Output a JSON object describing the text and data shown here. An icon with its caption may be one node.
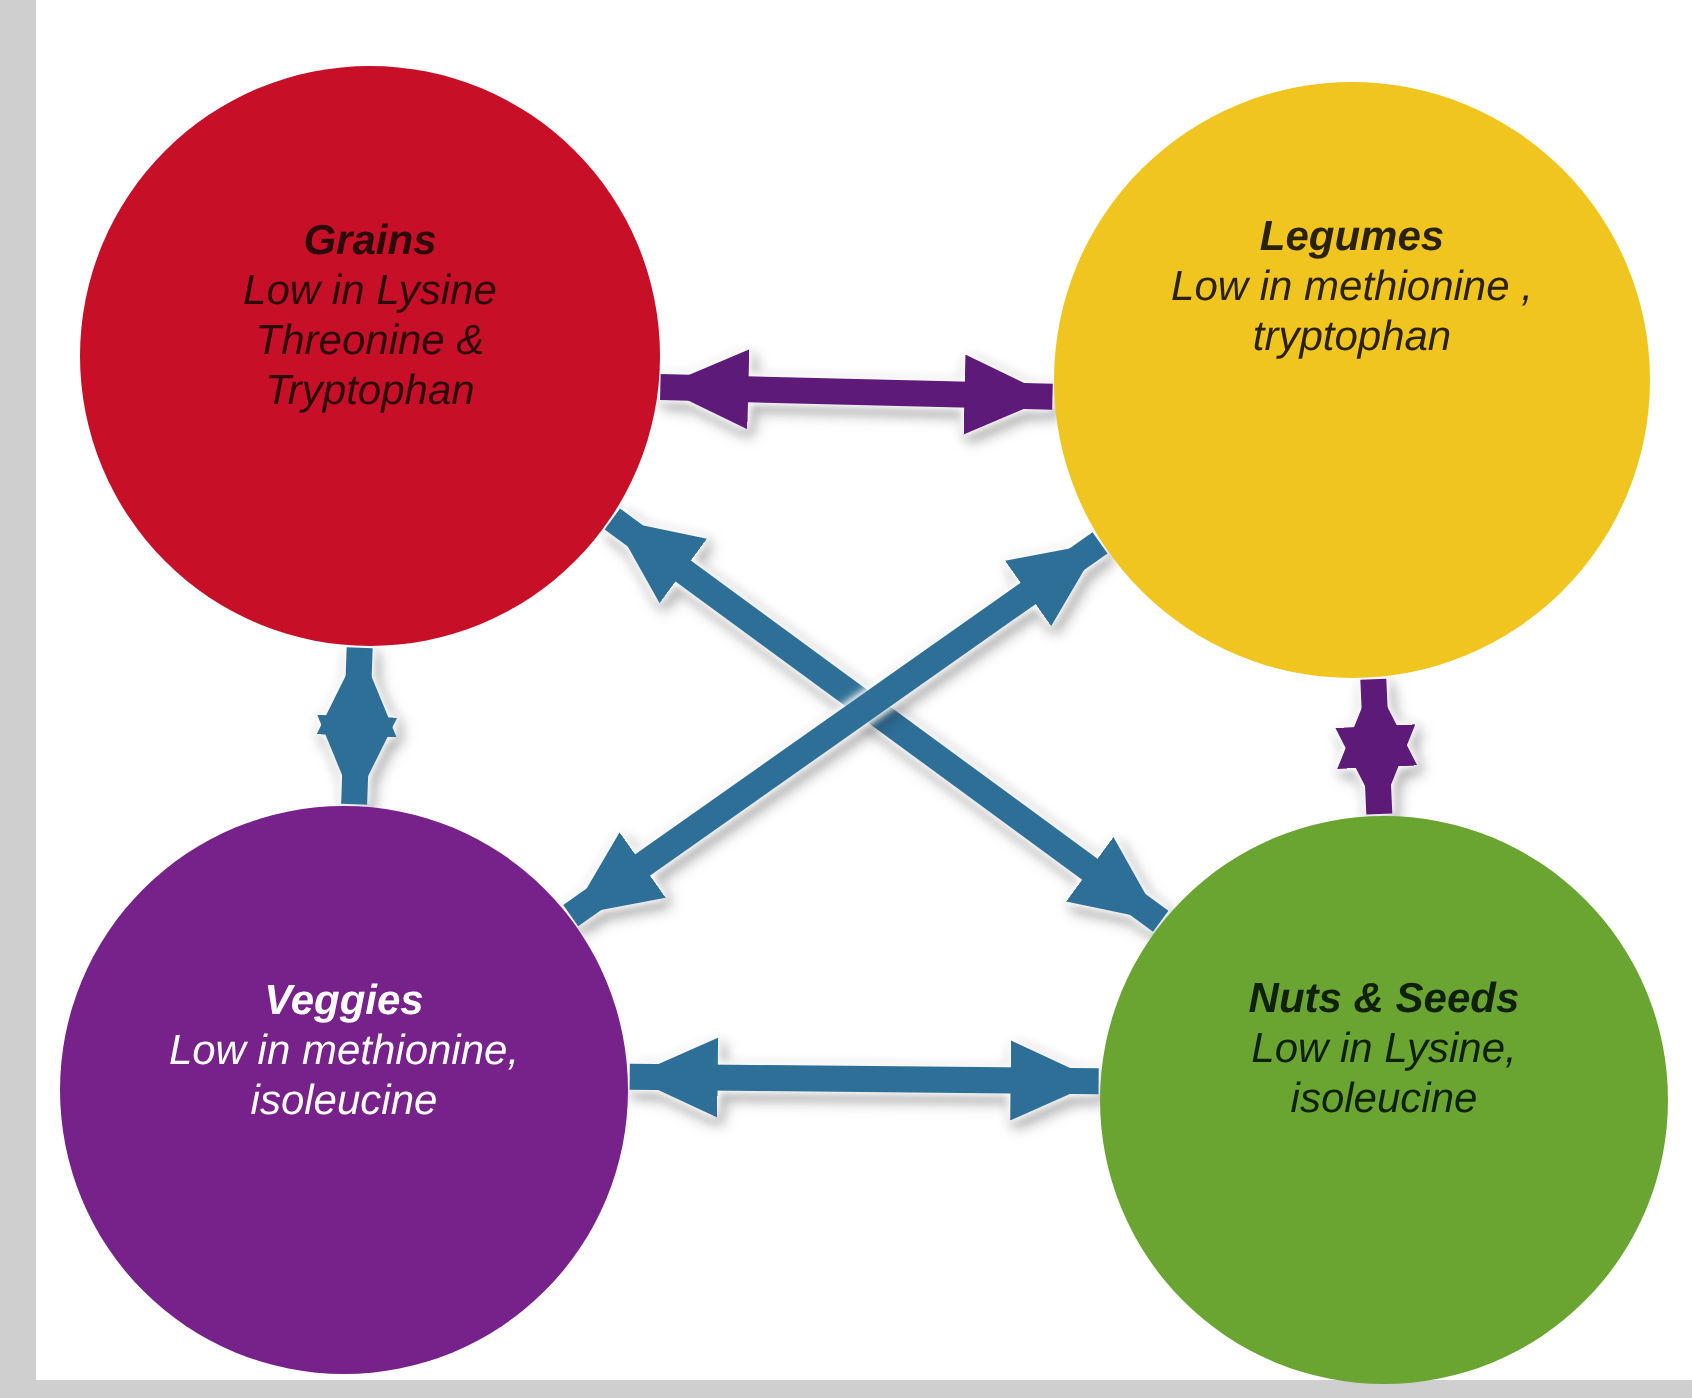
{
  "diagram": {
    "nodes": [
      {
        "text": [
          "Grains",
          "Low in Lysine Threonine & Tryptophan"
        ]
      },
      {
        "text": [
          "Legumes",
          "Low in methionine , tryptophan"
        ]
      },
      {
        "text": [
          "Veggies",
          "Low in methionine, isoleucine"
        ]
      },
      {
        "text": [
          "Nuts & Seeds",
          "Low in Lysine, isoleucine"
        ]
      }
    ],
    "edges": [
      {
        "from": 0,
        "to": 1,
        "arrow": "both",
        "color": "#5e1a78"
      },
      {
        "from": 0,
        "to": 2,
        "arrow": "both"
      },
      {
        "from": 1,
        "to": 3,
        "arrow": "both",
        "color": "#5e1a78"
      },
      {
        "from": 2,
        "to": 3,
        "arrow": "both"
      },
      {
        "from": 0,
        "to": 3,
        "arrow": "both"
      },
      {
        "from": 1,
        "to": 2,
        "arrow": "both"
      }
    ]
  }
}
